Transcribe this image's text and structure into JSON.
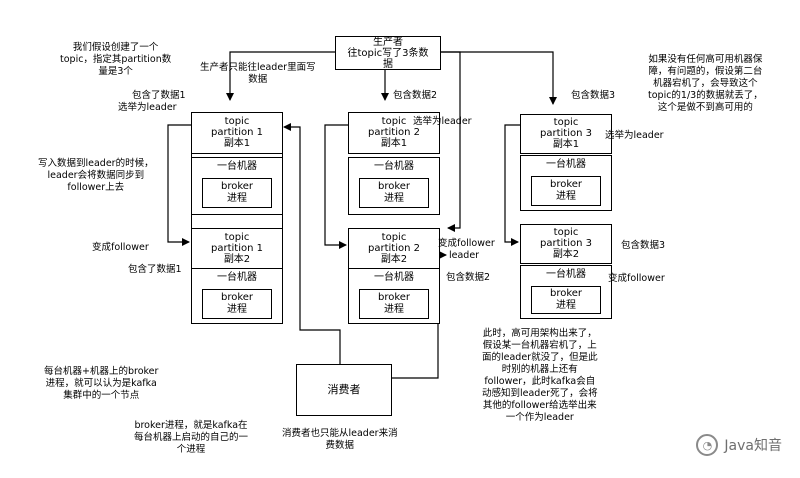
{
  "producer": {
    "lines": [
      "生产者",
      "往topic写了3条数",
      "据"
    ]
  },
  "consumer": {
    "label": "消费者"
  },
  "machine": {
    "label": "一台机器",
    "broker_label": "broker",
    "process_label": "进程"
  },
  "partitions": [
    {
      "id": "p1r1",
      "lines": [
        "topic",
        "partition 1",
        "副本1"
      ]
    },
    {
      "id": "p2r1",
      "lines": [
        "topic",
        "partition 2",
        "副本1"
      ]
    },
    {
      "id": "p3r1",
      "lines": [
        "topic",
        "partition 3",
        "副本1"
      ]
    },
    {
      "id": "p1r2",
      "lines": [
        "topic",
        "partition 1",
        "副本2"
      ]
    },
    {
      "id": "p2r2",
      "lines": [
        "topic",
        "partition 2",
        "副本2"
      ]
    },
    {
      "id": "p3r2",
      "lines": [
        "topic",
        "partition 3",
        "副本2"
      ]
    }
  ],
  "notes": {
    "assume": [
      "我们假设创建了一个",
      "topic，指定其partition数",
      "量是3个"
    ],
    "producer_only_leader": [
      "生产者只能往leader里面写",
      "数据"
    ],
    "contains1_top": "包含了数据1",
    "elect_leader_1": "选举为leader",
    "write_sync": [
      "写入数据到leader的时候，",
      "leader会将数据同步到",
      "follower上去"
    ],
    "become_follower_1": "变成follower",
    "contains1_bottom": "包含了数据1",
    "contains2_top": "包含数据2",
    "elect_leader_2": "选举为leader",
    "become_follower_2": [
      "变成follower",
      "> leader"
    ],
    "contains2_bottom": "包含数据2",
    "contains3_top": "包含数据3",
    "elect_leader_3": "选举为leader",
    "contains3_bottom": "包含数据3",
    "become_follower_3": "变成follower",
    "no_ha": [
      "如果没有任何高可用机器保",
      "障，有问题的，假设第二台",
      "机器宕机了，会导致这个",
      "topic的1/3的数据就丢了，",
      "这个是做不到高可用的"
    ],
    "failover": [
      "此时，高可用架构出来了，",
      "假设某一台机器宕机了，上",
      "面的leader就没了，但是此",
      "时别的机器上还有",
      "follower，此时kafka会自",
      "动感知到leader死了，会将",
      "其他的follower给选举出来",
      "一个作为leader"
    ],
    "node_def": [
      "每台机器+机器上的broker",
      "进程，就可以认为是kafka",
      "集群中的一个节点"
    ],
    "broker_def": [
      "broker进程，就是kafka在",
      "每台机器上启动的自己的一",
      "个进程"
    ],
    "consumer_only_leader": [
      "消费者也只能从leader来消",
      "费数据"
    ]
  },
  "watermark": {
    "text": "Java知音",
    "icon": "chat-bubble-icon"
  }
}
